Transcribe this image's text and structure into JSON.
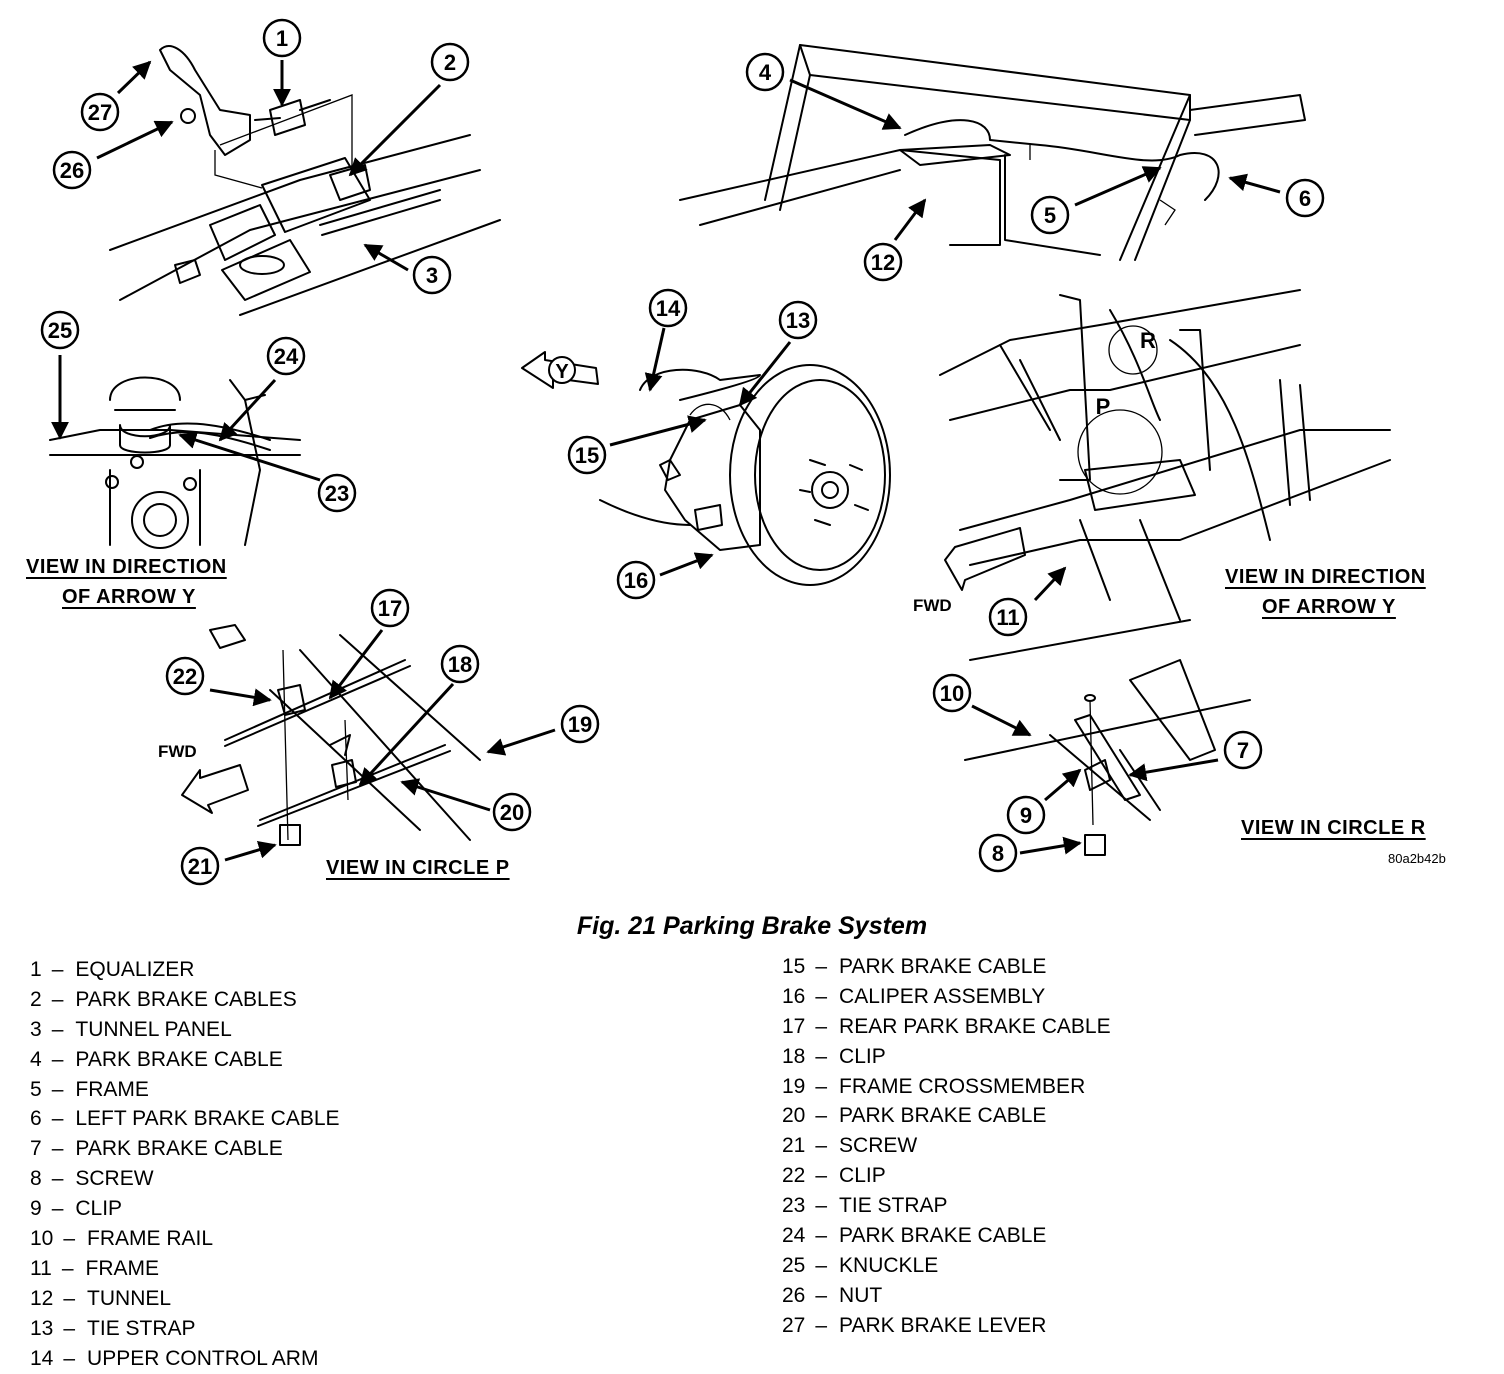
{
  "figure": {
    "title": "Fig. 21 Parking Brake System",
    "code": "80a2b42b"
  },
  "captions": {
    "view_arrow_y_left_1": "VIEW IN DIRECTION",
    "view_arrow_y_left_2": "OF ARROW Y",
    "view_arrow_y_right_1": "VIEW IN DIRECTION",
    "view_arrow_y_right_2": "OF ARROW Y",
    "view_circle_p": "VIEW IN CIRCLE P",
    "view_circle_r": "VIEW IN CIRCLE R",
    "fwd_left": "FWD",
    "fwd_right": "FWD"
  },
  "circle_labels": {
    "r": "R",
    "p": "P",
    "y": "Y"
  },
  "callouts": [
    "1",
    "2",
    "3",
    "4",
    "5",
    "6",
    "7",
    "8",
    "9",
    "10",
    "11",
    "12",
    "13",
    "14",
    "15",
    "16",
    "17",
    "18",
    "19",
    "20",
    "21",
    "22",
    "23",
    "24",
    "25",
    "26",
    "27"
  ],
  "legend_left": [
    {
      "num": "1",
      "name": "EQUALIZER"
    },
    {
      "num": "2",
      "name": "PARK BRAKE CABLES"
    },
    {
      "num": "3",
      "name": "TUNNEL PANEL"
    },
    {
      "num": "4",
      "name": "PARK BRAKE CABLE"
    },
    {
      "num": "5",
      "name": "FRAME"
    },
    {
      "num": "6",
      "name": "LEFT PARK BRAKE CABLE"
    },
    {
      "num": "7",
      "name": "PARK BRAKE CABLE"
    },
    {
      "num": "8",
      "name": "SCREW"
    },
    {
      "num": "9",
      "name": "CLIP"
    },
    {
      "num": "10",
      "name": "FRAME RAIL"
    },
    {
      "num": "11",
      "name": "FRAME"
    },
    {
      "num": "12",
      "name": "TUNNEL"
    },
    {
      "num": "13",
      "name": "TIE STRAP"
    },
    {
      "num": "14",
      "name": "UPPER CONTROL ARM"
    }
  ],
  "legend_right": [
    {
      "num": "15",
      "name": "PARK BRAKE CABLE"
    },
    {
      "num": "16",
      "name": "CALIPER ASSEMBLY"
    },
    {
      "num": "17",
      "name": "REAR PARK BRAKE CABLE"
    },
    {
      "num": "18",
      "name": "CLIP"
    },
    {
      "num": "19",
      "name": "FRAME CROSSMEMBER"
    },
    {
      "num": "20",
      "name": "PARK BRAKE CABLE"
    },
    {
      "num": "21",
      "name": "SCREW"
    },
    {
      "num": "22",
      "name": "CLIP"
    },
    {
      "num": "23",
      "name": "TIE STRAP"
    },
    {
      "num": "24",
      "name": "PARK BRAKE CABLE"
    },
    {
      "num": "25",
      "name": "KNUCKLE"
    },
    {
      "num": "26",
      "name": "NUT"
    },
    {
      "num": "27",
      "name": "PARK BRAKE LEVER"
    }
  ],
  "legend_separator": "–"
}
